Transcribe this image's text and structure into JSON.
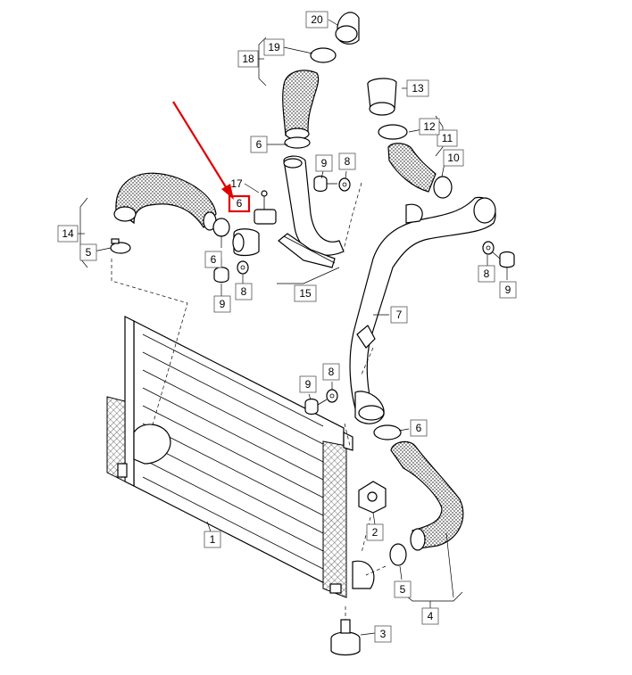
{
  "colors": {
    "line": "#000000",
    "highlight": "#e00000",
    "label_border": "#555555"
  },
  "callouts": [
    {
      "id": "p1",
      "text": "1"
    },
    {
      "id": "p2",
      "text": "2"
    },
    {
      "id": "p3",
      "text": "3"
    },
    {
      "id": "p4",
      "text": "4"
    },
    {
      "id": "p5a",
      "text": "5"
    },
    {
      "id": "p5b",
      "text": "5"
    },
    {
      "id": "p6a",
      "text": "6"
    },
    {
      "id": "p6b",
      "text": "6"
    },
    {
      "id": "p6c",
      "text": "6"
    },
    {
      "id": "p6d",
      "text": "6"
    },
    {
      "id": "p7",
      "text": "7"
    },
    {
      "id": "p8a",
      "text": "8"
    },
    {
      "id": "p8b",
      "text": "8"
    },
    {
      "id": "p8c",
      "text": "8"
    },
    {
      "id": "p8d",
      "text": "8"
    },
    {
      "id": "p9a",
      "text": "9"
    },
    {
      "id": "p9b",
      "text": "9"
    },
    {
      "id": "p9c",
      "text": "9"
    },
    {
      "id": "p9d",
      "text": "9"
    },
    {
      "id": "p10",
      "text": "10"
    },
    {
      "id": "p11",
      "text": "11"
    },
    {
      "id": "p12",
      "text": "12"
    },
    {
      "id": "p13",
      "text": "13"
    },
    {
      "id": "p14",
      "text": "14"
    },
    {
      "id": "p15",
      "text": "15"
    },
    {
      "id": "p17",
      "text": "17"
    },
    {
      "id": "p18",
      "text": "18"
    },
    {
      "id": "p19",
      "text": "19"
    },
    {
      "id": "p20",
      "text": "20"
    }
  ],
  "highlighted_part": "6"
}
